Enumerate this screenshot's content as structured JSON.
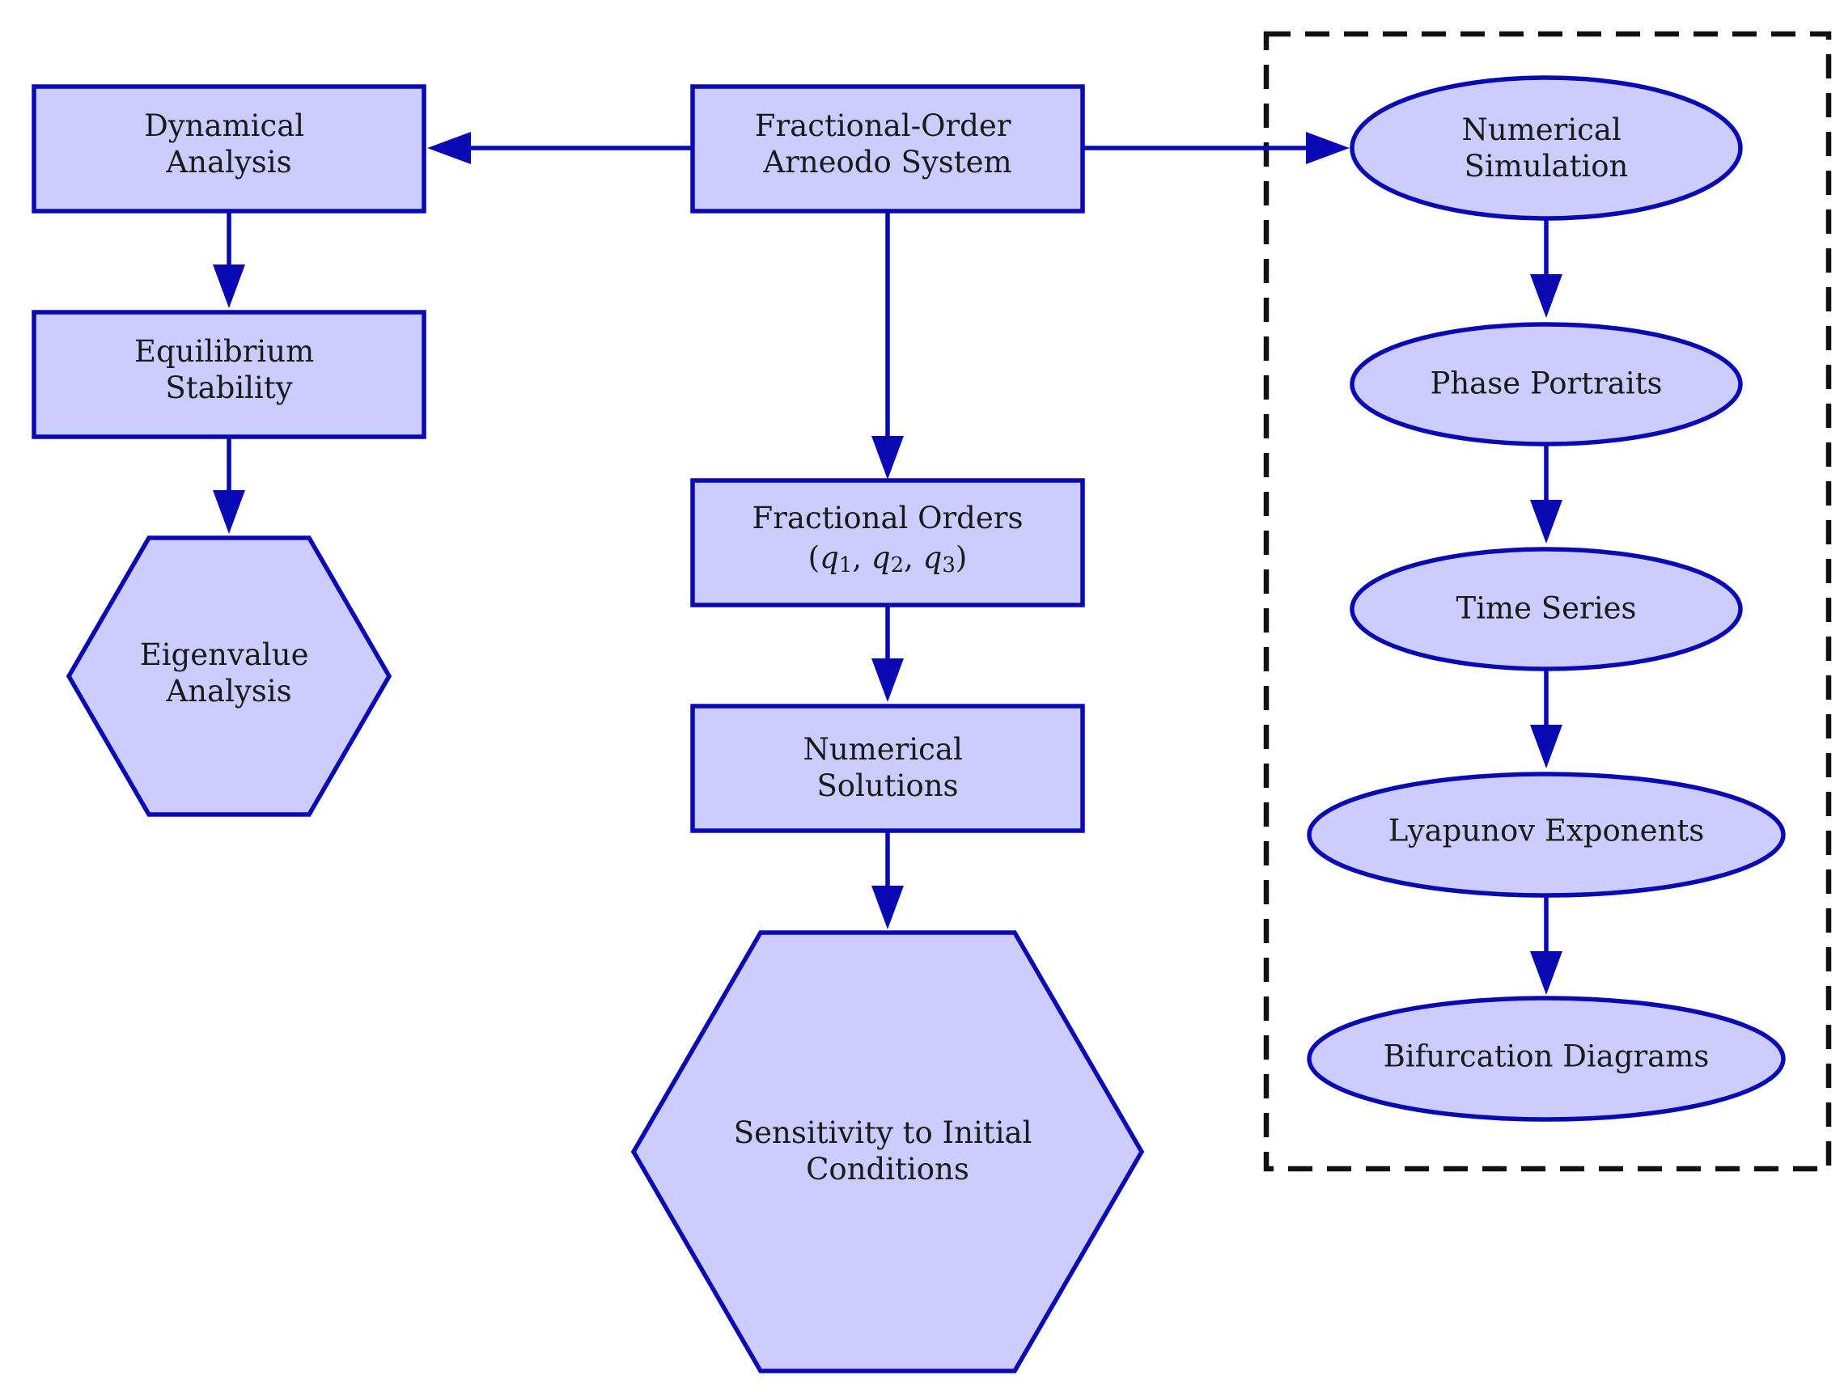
{
  "diagram": {
    "colors": {
      "node_fill": "#ccccff",
      "node_stroke": "#0a0ab4",
      "edge": "#0a0ab4",
      "group_frame": "#111111"
    },
    "nodes": {
      "fractional_order_arneodo": {
        "shape": "rectangle",
        "line1": "Fractional-Order",
        "line2": "Arneodo System"
      },
      "dynamical_analysis": {
        "shape": "rectangle",
        "line1": "Dynamical",
        "line2": "Analysis"
      },
      "equilibrium_stability": {
        "shape": "rectangle",
        "line1": "Equilibrium",
        "line2": "Stability"
      },
      "eigenvalue_analysis": {
        "shape": "hexagon",
        "line1": "Eigenvalue",
        "line2": "Analysis"
      },
      "fractional_orders": {
        "shape": "rectangle",
        "line1": "Fractional Orders",
        "open": "(",
        "q": "q",
        "s1": "1",
        "s2": "2",
        "s3": "3",
        "comma": ", ",
        "close": ")"
      },
      "numerical_solutions": {
        "shape": "rectangle",
        "line1": "Numerical",
        "line2": "Solutions"
      },
      "sensitivity": {
        "shape": "hexagon",
        "line1": "Sensitivity to Initial",
        "line2": "Conditions"
      },
      "numerical_simulation": {
        "shape": "ellipse",
        "line1": "Numerical",
        "line2": "Simulation"
      },
      "phase_portraits": {
        "shape": "ellipse",
        "line1": "Phase Portraits"
      },
      "time_series": {
        "shape": "ellipse",
        "line1": "Time Series"
      },
      "lyapunov_exponents": {
        "shape": "ellipse",
        "line1": "Lyapunov Exponents"
      },
      "bifurcation_diagrams": {
        "shape": "ellipse",
        "line1": "Bifurcation Diagrams"
      }
    },
    "edges": [
      {
        "from": "fractional_order_arneodo",
        "to": "dynamical_analysis"
      },
      {
        "from": "fractional_order_arneodo",
        "to": "numerical_simulation"
      },
      {
        "from": "fractional_order_arneodo",
        "to": "fractional_orders"
      },
      {
        "from": "dynamical_analysis",
        "to": "equilibrium_stability"
      },
      {
        "from": "equilibrium_stability",
        "to": "eigenvalue_analysis"
      },
      {
        "from": "fractional_orders",
        "to": "numerical_solutions"
      },
      {
        "from": "numerical_solutions",
        "to": "sensitivity"
      },
      {
        "from": "numerical_simulation",
        "to": "phase_portraits"
      },
      {
        "from": "phase_portraits",
        "to": "time_series"
      },
      {
        "from": "time_series",
        "to": "lyapunov_exponents"
      },
      {
        "from": "lyapunov_exponents",
        "to": "bifurcation_diagrams"
      }
    ],
    "groups": [
      {
        "style": "dashed",
        "members": [
          "numerical_simulation",
          "phase_portraits",
          "time_series",
          "lyapunov_exponents",
          "bifurcation_diagrams"
        ]
      }
    ]
  }
}
